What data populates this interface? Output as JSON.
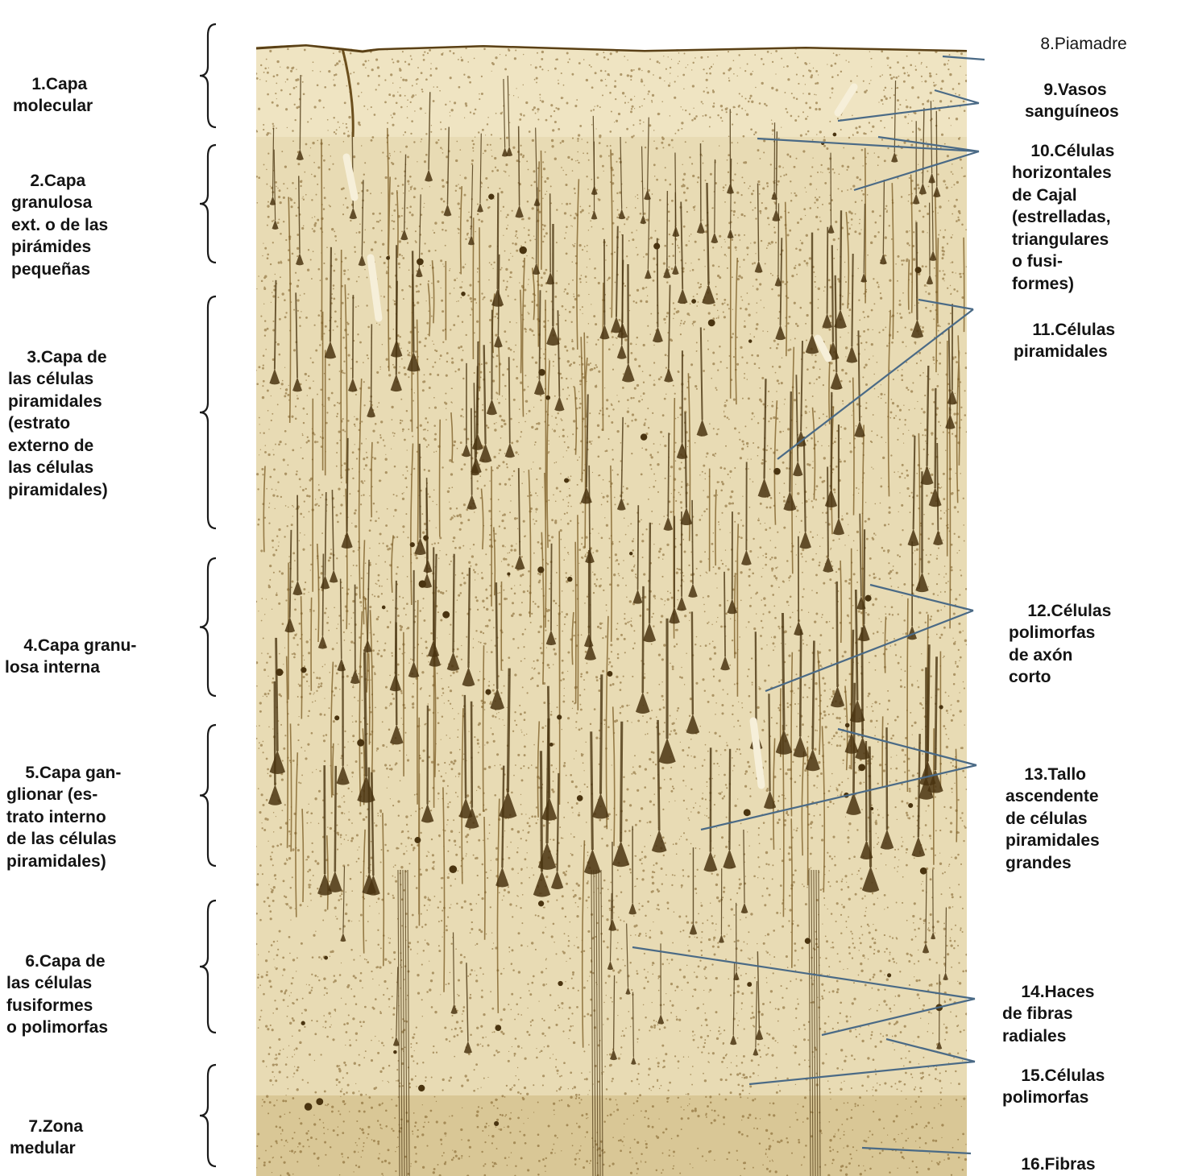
{
  "colors": {
    "tissue_base": "#e6d9b0",
    "stain_dark": "#4a3410",
    "stain_mid": "#7a5a22",
    "leader_line": "#4a6a86",
    "brace": "#1a1a1a",
    "text": "#141414"
  },
  "left_labels": [
    {
      "num": "1.",
      "text": "Capa\nmolecular"
    },
    {
      "num": "2.",
      "text": "Capa\ngranulosa\next. o de las\npirámides\npequeñas"
    },
    {
      "num": "3.",
      "text": "Capa de\nlas células\npiramidales\n(estrato\nexterno de\nlas células\npiramidales)"
    },
    {
      "num": "4.",
      "text": "Capa granu-\nlosa interna"
    },
    {
      "num": "5.",
      "text": "Capa gan-\nglionar (es-\ntrato interno\nde las células\npiramidales)"
    },
    {
      "num": "6.",
      "text": "Capa de\nlas células\nfusiformes\no polimorfas"
    },
    {
      "num": "7.",
      "text": "Zona\nmedular"
    }
  ],
  "right_labels": [
    {
      "num": "8.",
      "text": "Piamadre"
    },
    {
      "num": "9.",
      "text": "Vasos\nsanguíneos"
    },
    {
      "num": "10.",
      "text": "Células\nhorizontales\nde Cajal\n(estrelladas,\ntriangulares\no fusi-\nformes)"
    },
    {
      "num": "11.",
      "text": "Células\npiramidales"
    },
    {
      "num": "12.",
      "text": "Células\npolimorfas\nde axón\ncorto"
    },
    {
      "num": "13.",
      "text": "Tallo\nascendente\nde células\npiramidales\ngrandes"
    },
    {
      "num": "14.",
      "text": "Haces\nde fibras\nradiales"
    },
    {
      "num": "15.",
      "text": "Células\npolimorfas"
    },
    {
      "num": "16.",
      "text": "Fibras\nmedulares"
    }
  ]
}
